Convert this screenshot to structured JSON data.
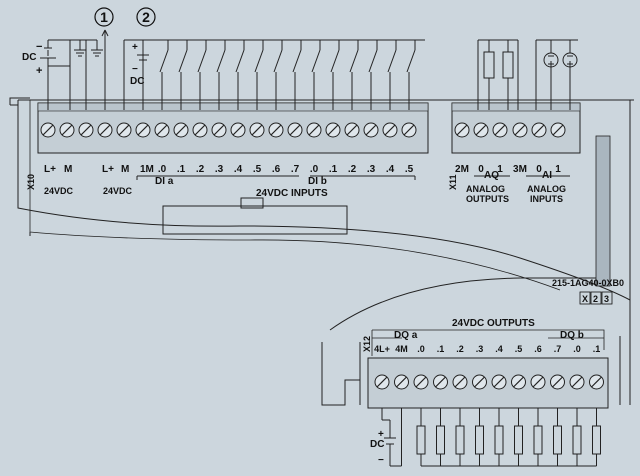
{
  "callouts": [
    "1",
    "2"
  ],
  "supply_top": {
    "label": "DC",
    "minus": "−",
    "plus": "+"
  },
  "supply_inputs": {
    "label": "DC",
    "plus": "+",
    "minus": "−"
  },
  "supply_bottom": {
    "label": "DC",
    "plus": "+",
    "minus": "−"
  },
  "connector_x10": {
    "id": "X10",
    "pin_labels": [
      "L+",
      "M",
      "L+",
      "M"
    ],
    "power_out_label": "24VDC",
    "power_in_label": "24VDC"
  },
  "inputs": {
    "common": "1M",
    "dia_pins": [
      ".0",
      ".1",
      ".2",
      ".3",
      ".4",
      ".5",
      ".6",
      ".7"
    ],
    "dib_pins": [
      ".0",
      ".1",
      ".2",
      ".3",
      ".4",
      ".5"
    ],
    "dia_label": "DI a",
    "dib_label": "DI b",
    "group_label": "24VDC INPUTS"
  },
  "connector_x11": {
    "id": "X11",
    "aq_pins": [
      "2M",
      "0",
      "1"
    ],
    "ai_pins": [
      "3M",
      "0",
      "1"
    ],
    "aq_label": "AQ",
    "ai_label": "AI",
    "aq_caption": [
      "ANALOG",
      "OUTPUTS"
    ],
    "ai_caption": [
      "ANALOG",
      "INPUTS"
    ]
  },
  "part_number": "215-1AG40-0XB0",
  "version_boxes": [
    "X",
    "2",
    "3"
  ],
  "outputs": {
    "connector_id": "X12",
    "group_label": "24VDC OUTPUTS",
    "dqa_label": "DQ a",
    "dqb_label": "DQ b",
    "pins": [
      "4L+",
      "4M",
      ".0",
      ".1",
      ".2",
      ".3",
      ".4",
      ".5",
      ".6",
      ".7",
      ".0",
      ".1"
    ]
  }
}
